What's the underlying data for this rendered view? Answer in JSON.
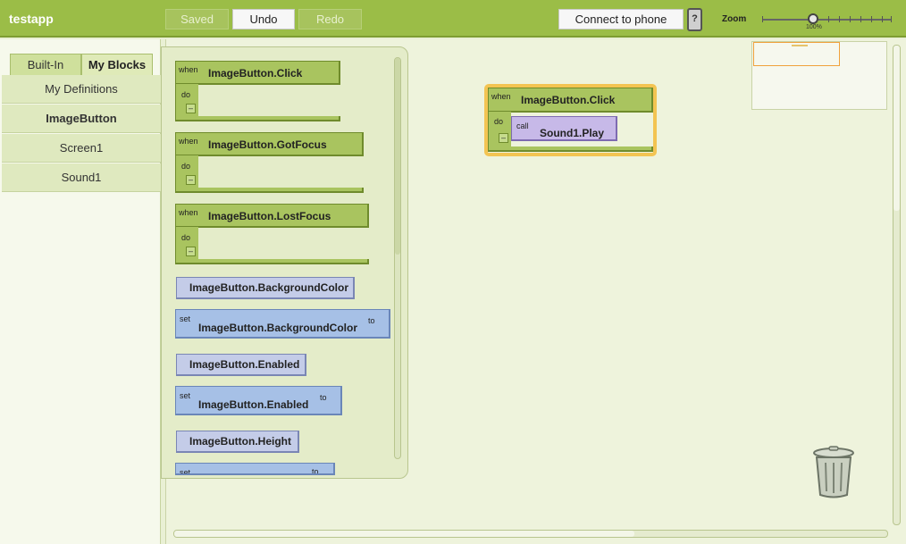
{
  "app": {
    "title": "testapp"
  },
  "toolbar": {
    "saved_label": "Saved",
    "undo_label": "Undo",
    "redo_label": "Redo",
    "connect_label": "Connect to phone",
    "help_icon_glyph": "?",
    "zoom_label": "Zoom",
    "zoom_value": "100%"
  },
  "tabs": [
    {
      "label": "Built-In"
    },
    {
      "label": "My Blocks"
    }
  ],
  "categories": [
    {
      "label": "My Definitions"
    },
    {
      "label": "ImageButton"
    },
    {
      "label": "Screen1"
    },
    {
      "label": "Sound1"
    }
  ],
  "drawer": {
    "events": [
      {
        "kw_when": "when",
        "name": "ImageButton.Click",
        "kw_do": "do",
        "minus": "–"
      },
      {
        "kw_when": "when",
        "name": "ImageButton.GotFocus",
        "kw_do": "do",
        "minus": "–"
      },
      {
        "kw_when": "when",
        "name": "ImageButton.LostFocus",
        "kw_do": "do",
        "minus": "–"
      }
    ],
    "getters": [
      {
        "name": "ImageButton.BackgroundColor"
      },
      {
        "name": "ImageButton.Enabled"
      },
      {
        "name": "ImageButton.Height"
      }
    ],
    "setters": [
      {
        "kw_set": "set",
        "name": "ImageButton.BackgroundColor",
        "kw_to": "to"
      },
      {
        "kw_set": "set",
        "name": "ImageButton.Enabled",
        "kw_to": "to"
      },
      {
        "kw_set": "set",
        "name": "",
        "kw_to": "to"
      }
    ]
  },
  "workspace": {
    "event": {
      "kw_when": "when",
      "name": "ImageButton.Click",
      "kw_do": "do",
      "minus": "–"
    },
    "call": {
      "kw_call": "call",
      "name": "Sound1.Play"
    }
  },
  "icons": {
    "help": "phone-help-icon",
    "trash": "trash-icon"
  },
  "colors": {
    "header": "#9bbd47",
    "event_block": "#a9c45f",
    "getter_block": "#c4cce8",
    "setter_block": "#a6c0e6",
    "call_block": "#c7b9e8",
    "selection": "#f3bb3a"
  }
}
